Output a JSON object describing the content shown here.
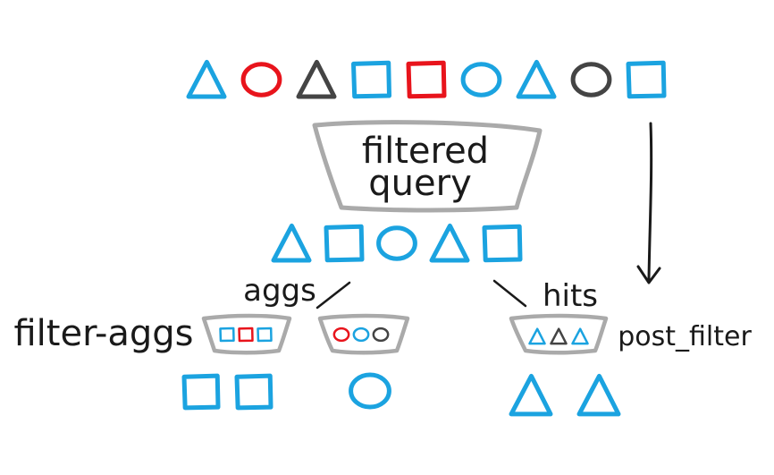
{
  "labels": {
    "filtered_query": [
      "filtered",
      "query"
    ],
    "aggs": "aggs",
    "hits": "hits",
    "filter_aggs": "filter-aggs",
    "post_filter": "post_filter"
  },
  "colors": {
    "blue": "#1ba3e0",
    "red": "#e8141c",
    "dark": "#444444",
    "gray": "#aaaaaa",
    "ink": "#1a1a1a"
  },
  "shapes": {
    "top_row": [
      {
        "shape": "triangle-icon",
        "color": "blue"
      },
      {
        "shape": "circle-icon",
        "color": "red"
      },
      {
        "shape": "triangle-icon",
        "color": "dark"
      },
      {
        "shape": "square-icon",
        "color": "blue"
      },
      {
        "shape": "square-icon",
        "color": "red"
      },
      {
        "shape": "circle-icon",
        "color": "blue"
      },
      {
        "shape": "triangle-icon",
        "color": "blue"
      },
      {
        "shape": "circle-icon",
        "color": "dark"
      },
      {
        "shape": "square-icon",
        "color": "blue"
      }
    ],
    "filtered_row": [
      {
        "shape": "triangle-icon",
        "color": "blue"
      },
      {
        "shape": "square-icon",
        "color": "blue"
      },
      {
        "shape": "circle-icon",
        "color": "blue"
      },
      {
        "shape": "triangle-icon",
        "color": "blue"
      },
      {
        "shape": "square-icon",
        "color": "blue"
      }
    ],
    "filter_aggs_box": [
      {
        "shape": "square-icon",
        "color": "blue"
      },
      {
        "shape": "square-icon",
        "color": "red"
      },
      {
        "shape": "square-icon",
        "color": "blue"
      }
    ],
    "aggs_box": [
      {
        "shape": "circle-icon",
        "color": "red"
      },
      {
        "shape": "circle-icon",
        "color": "blue"
      },
      {
        "shape": "circle-icon",
        "color": "dark"
      }
    ],
    "post_filter_box": [
      {
        "shape": "triangle-icon",
        "color": "blue"
      },
      {
        "shape": "triangle-icon",
        "color": "dark"
      },
      {
        "shape": "triangle-icon",
        "color": "blue"
      }
    ],
    "filter_aggs_result": [
      {
        "shape": "square-icon",
        "color": "blue"
      },
      {
        "shape": "square-icon",
        "color": "blue"
      }
    ],
    "aggs_result": [
      {
        "shape": "circle-icon",
        "color": "blue"
      }
    ],
    "hits_result": [
      {
        "shape": "triangle-icon",
        "color": "blue"
      },
      {
        "shape": "triangle-icon",
        "color": "blue"
      }
    ]
  }
}
